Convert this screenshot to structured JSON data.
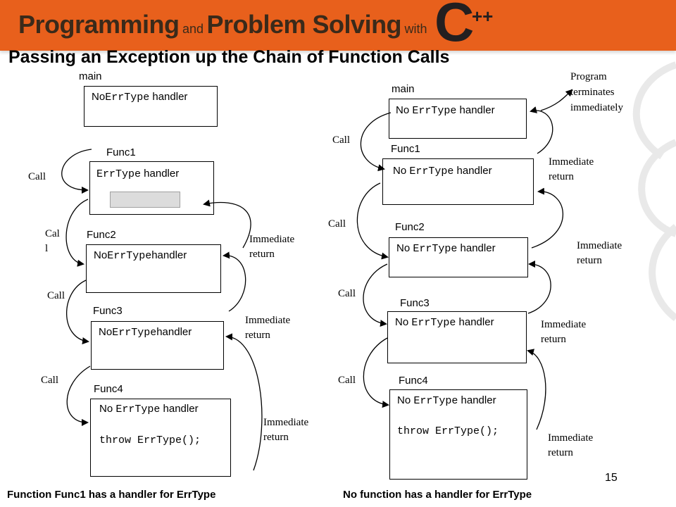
{
  "banner": {
    "word1": "Programming",
    "word2": "and",
    "word3": "Problem Solving",
    "word4": "with",
    "logo_letter": "C",
    "logo_plus": "++"
  },
  "title": "Passing an Exception up the Chain of Function Calls",
  "left": {
    "main_label": "main",
    "main_text": [
      "No",
      "ErrType",
      " handler"
    ],
    "func1_label": "Func1",
    "func1_text": [
      "ErrType",
      " handler"
    ],
    "func2_label": "Func2",
    "func2_text": [
      "No",
      "ErrType",
      "handler"
    ],
    "func3_label": "Func3",
    "func3_text": [
      "No",
      "ErrType",
      "handler"
    ],
    "func4_label": "Func4",
    "func4_text": [
      "No ",
      "ErrType",
      " handler"
    ],
    "func4_code": "throw ErrType();",
    "call1": "Call",
    "call2": "Cal\nl",
    "call3": "Call",
    "call4": "Call",
    "ret1": "Immediate\nreturn",
    "ret2": "Immediate\nreturn",
    "ret3": "Immediate\nreturn"
  },
  "right": {
    "main_label": "main",
    "main_text": [
      "No ",
      "ErrType",
      " handler"
    ],
    "func1_label": "Func1",
    "func1_text": [
      "No ",
      "ErrType",
      " handler"
    ],
    "func2_label": "Func2",
    "func2_text": [
      "No ",
      "ErrType",
      " handler"
    ],
    "func3_label": "Func3",
    "func3_text": [
      "No ",
      "ErrType",
      " handler"
    ],
    "func4_label": "Func4",
    "func4_text": [
      "No ",
      "ErrType",
      " handler"
    ],
    "func4_code": "throw ErrType();",
    "call1": "Call",
    "call2": "Call",
    "call3": "Call",
    "call4": "Call",
    "terminate": "Program\nterminates\nimmediately",
    "ret1": "Immediate\nreturn",
    "ret2": "Immediate\nreturn",
    "ret3": "Immediate\nreturn",
    "ret4": "Immediate\nreturn"
  },
  "captions": {
    "left": "Function Func1 has a handler for ErrType",
    "right": "No function has a handler for ErrType"
  },
  "page_number": "15",
  "colors": {
    "banner": "#e8601c",
    "banner_text": "#3a2a1a"
  }
}
